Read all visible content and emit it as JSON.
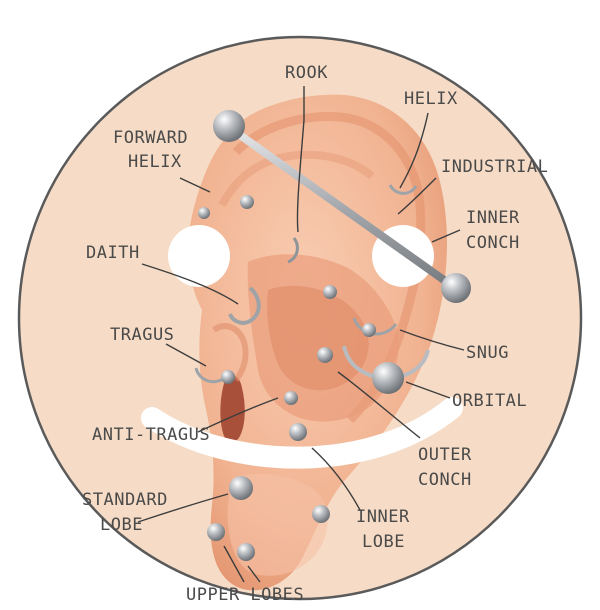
{
  "title": "Ear piercing chart",
  "labels": {
    "rook": "ROOK",
    "helix": "HELIX",
    "forward_helix_1": "FORWARD",
    "forward_helix_2": "HELIX",
    "industrial": "INDUSTRIAL",
    "inner_conch_1": "INNER",
    "inner_conch_2": "CONCH",
    "daith": "DAITH",
    "tragus": "TRAGUS",
    "snug": "SNUG",
    "orbital": "ORBITAL",
    "anti_tragus": "ANTI-TRAGUS",
    "outer_conch_1": "OUTER",
    "outer_conch_2": "CONCH",
    "standard_lobe_1": "STANDARD",
    "standard_lobe_2": "LOBE",
    "inner_lobe_1": "INNER",
    "inner_lobe_2": "LOBE",
    "upper_lobes": "UPPER LOBES"
  },
  "colors": {
    "background_circle": "#f6dcc6",
    "ear_skin": "#f3b897",
    "ear_shadow": "#e79a78",
    "ear_highlight": "#f9cdb3",
    "jewelry": "#9ea3a8",
    "jewelry_highlight": "#f2f2f2",
    "text": "#4a4a4a"
  }
}
